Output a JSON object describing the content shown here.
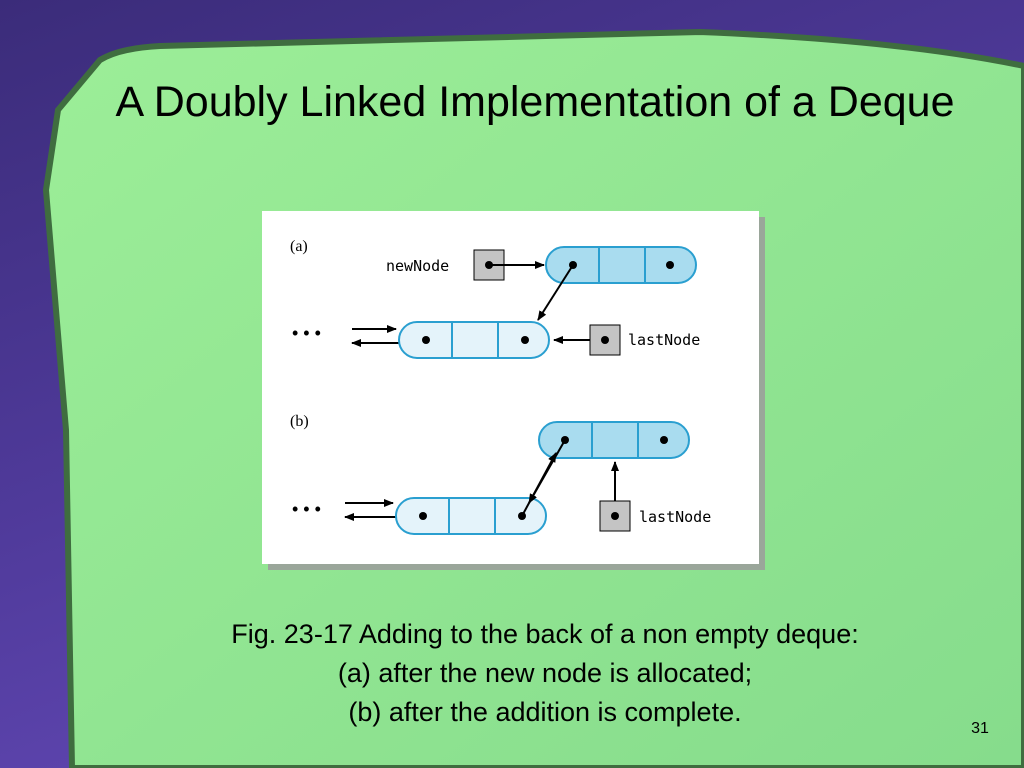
{
  "slide": {
    "title": "A Doubly Linked Implementation of a Deque",
    "caption_lines": [
      "Fig. 23-17 Adding to the back of a non empty deque:",
      "(a) after the new node is allocated;",
      "(b) after the addition is complete."
    ],
    "slide_number": "31"
  },
  "figure": {
    "part_a_label": "(a)",
    "part_b_label": "(b)",
    "new_node_label": "newNode",
    "last_node_label": "lastNode",
    "ellipsis": "• • •"
  },
  "colors": {
    "slide_green": "#90e690",
    "border_green": "#4a7a4a",
    "node_fill": "#a9dcef",
    "node_fill_light": "#e4f3fa",
    "node_stroke": "#2a9fd0",
    "ref_box_fill": "#c4c4c4"
  }
}
